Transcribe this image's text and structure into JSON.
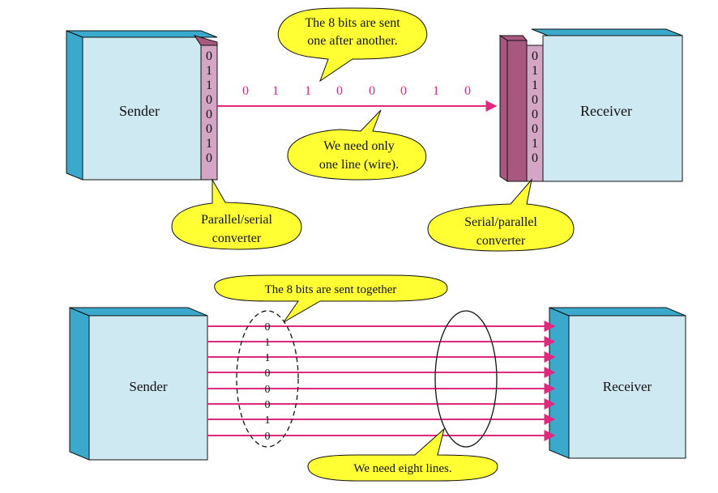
{
  "serial": {
    "sender_label": "Sender",
    "receiver_label": "Receiver",
    "bits": [
      "0",
      "1",
      "1",
      "0",
      "0",
      "0",
      "1",
      "0"
    ],
    "wire_bits": [
      "0",
      "1",
      "1",
      "0",
      "0",
      "0",
      "1",
      "0"
    ],
    "callout_top": [
      "The 8 bits are sent",
      "one after another."
    ],
    "callout_line": [
      "We need only",
      "one line (wire)."
    ],
    "callout_ps": [
      "Parallel/serial",
      "converter"
    ],
    "callout_sp": [
      "Serial/parallel",
      "converter"
    ]
  },
  "parallel": {
    "sender_label": "Sender",
    "receiver_label": "Receiver",
    "bits": [
      "0",
      "1",
      "1",
      "0",
      "0",
      "0",
      "1",
      "0"
    ],
    "callout_top": "The 8 bits are sent together",
    "callout_bottom": "We need eight lines."
  },
  "colors": {
    "box_face": "#cfe9f2",
    "box_side": "#3aa9cc",
    "converter": "#d4a5c4",
    "converter_side": "#a8577f",
    "wire": "#e0287f",
    "callout": "#ffff33"
  }
}
